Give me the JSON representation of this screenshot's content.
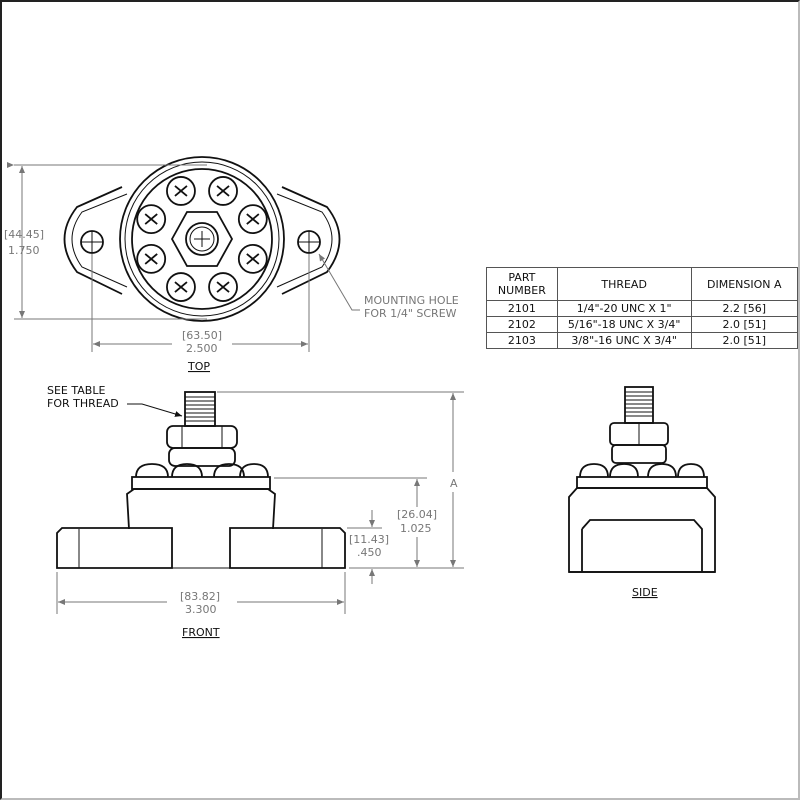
{
  "title": "Single stud terminal block dimension drawing",
  "views": {
    "top": "TOP",
    "front": "FRONT",
    "side": "SIDE"
  },
  "top_view": {
    "height_mm": "[44.45]",
    "height_in": "1.750",
    "hole_spacing_mm": "[63.50]",
    "hole_spacing_in": "2.500",
    "note_line1": "MOUNTING HOLE",
    "note_line2": "FOR 1/4\" SCREW"
  },
  "front_view": {
    "note_line1": "SEE TABLE",
    "note_line2": "FOR THREAD",
    "dim_a": "A",
    "body_height_mm": "[26.04]",
    "body_height_in": "1.025",
    "foot_height_mm": "[11.43]",
    "foot_height_in": ".450",
    "width_mm": "[83.82]",
    "width_in": "3.300"
  },
  "table": {
    "headers": [
      "PART NUMBER",
      "THREAD",
      "DIMENSION A"
    ],
    "rows": [
      [
        "2101",
        "1/4\"-20 UNC X 1\"",
        "2.2 [56]"
      ],
      [
        "2102",
        "5/16\"-18 UNC X 3/4\"",
        "2.0 [51]"
      ],
      [
        "2103",
        "3/8\"-16 UNC X 3/4\"",
        "2.0 [51]"
      ]
    ]
  }
}
